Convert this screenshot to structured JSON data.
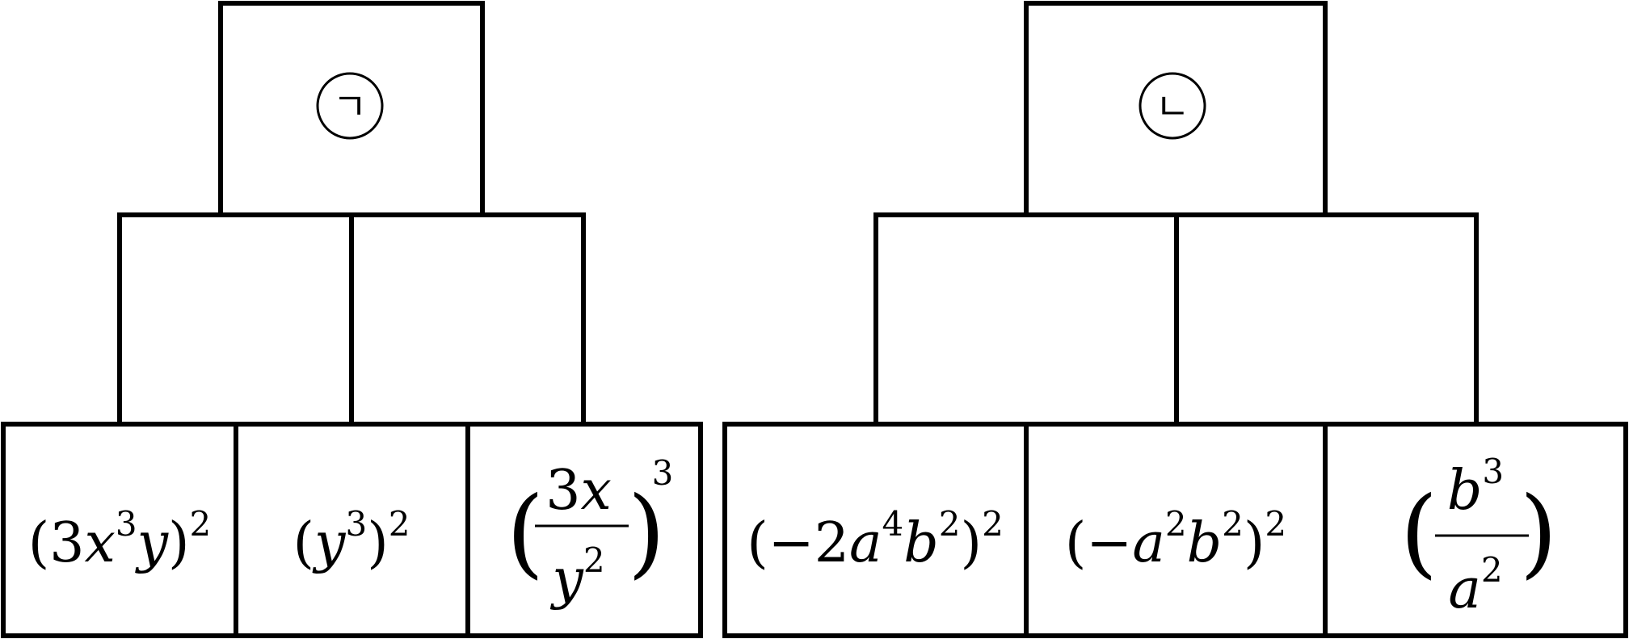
{
  "pyramids": [
    {
      "label": "㉠",
      "label_glyph": "ㄱ",
      "middle_row": [
        "",
        ""
      ],
      "bottom_row": [
        "(3x³y)²",
        "(y³)²",
        "(3x/y²)³"
      ]
    },
    {
      "label": "㉡",
      "label_glyph": "ㄴ",
      "middle_row": [
        "",
        ""
      ],
      "bottom_row": [
        "(−2a⁴b²)²",
        "(−a²b²)²",
        "(b³/a²)"
      ]
    }
  ]
}
